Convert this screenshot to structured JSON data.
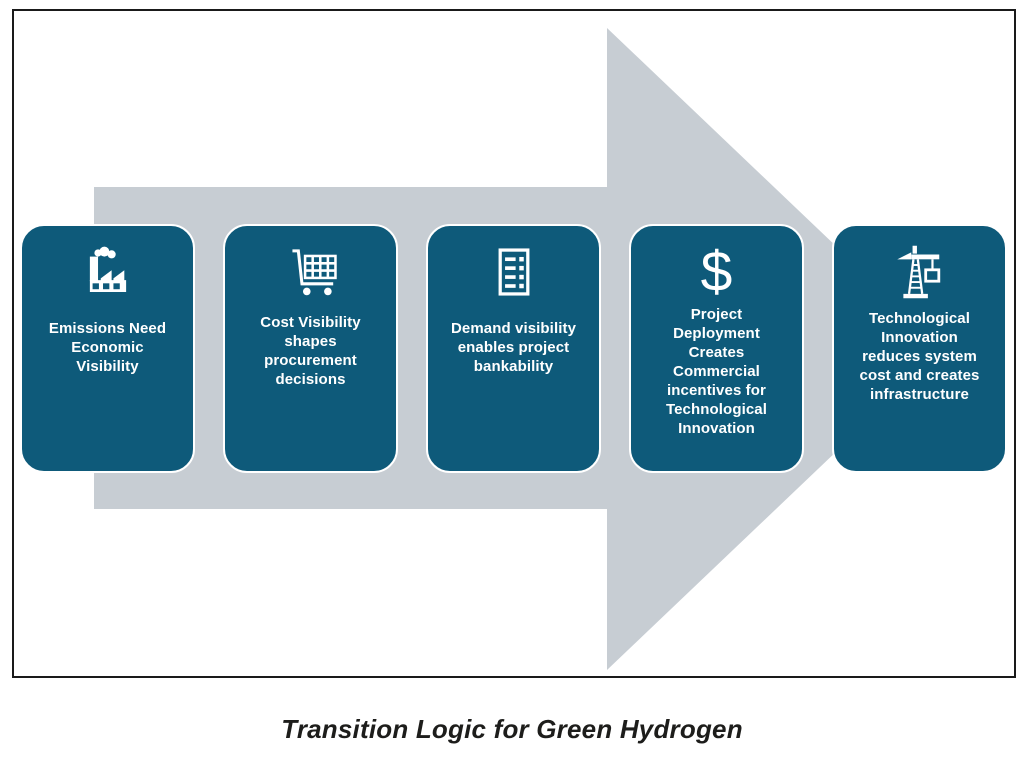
{
  "figure": {
    "caption": "Transition Logic for Green Hydrogen",
    "colors": {
      "card": "#0E5A7A",
      "arrow": "#C7CDD3",
      "frame-border": "#1A1A1A",
      "card-text": "#FFFFFF",
      "caption-text": "#1D1D1B"
    },
    "steps": [
      {
        "icon": "factory-emissions-icon",
        "label": [
          "Emissions Need",
          "Economic",
          "Visibility"
        ]
      },
      {
        "icon": "shopping-cart-icon",
        "label": [
          "Cost Visibility",
          "shapes",
          "procurement",
          "decisions"
        ]
      },
      {
        "icon": "checklist-document-icon",
        "label": [
          "Demand visibility",
          "enables project",
          "bankability"
        ]
      },
      {
        "icon": "dollar-sign-icon",
        "glyph": "$",
        "label": [
          "Project",
          "Deployment",
          "Creates",
          "Commercial",
          "incentives for",
          "Technological",
          "Innovation"
        ]
      },
      {
        "icon": "construction-crane-icon",
        "label": [
          "Technological",
          "Innovation",
          "reduces system",
          "cost and creates",
          "infrastructure"
        ]
      }
    ]
  }
}
